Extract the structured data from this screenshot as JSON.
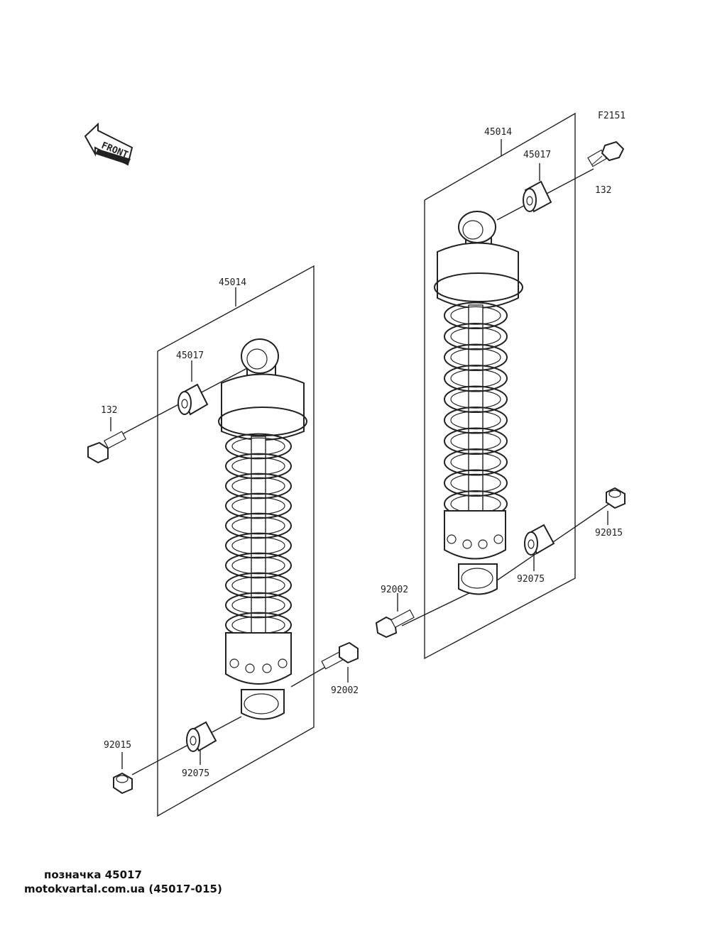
{
  "figure_code": "F2151",
  "front_label": "FRONT",
  "right_assembly": {
    "assembly": "45014",
    "bushing_top": "45017",
    "bolt_top": "132",
    "nut_bottom": "92015",
    "bushing_bottom": "92075",
    "bolt_bottom": "92002"
  },
  "left_assembly": {
    "assembly": "45014",
    "bushing_top": "45017",
    "bolt_top": "132",
    "nut_bottom": "92015",
    "bushing_bottom": "92075",
    "bolt_bottom": "92002"
  },
  "caption": {
    "line1": "позначка 45017",
    "line2": "motokvartal.com.ua (45017-015)"
  }
}
